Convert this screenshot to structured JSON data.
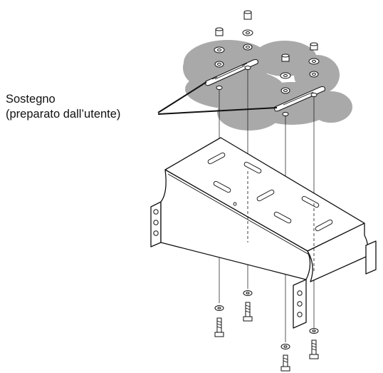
{
  "callout": {
    "line1": "Sostegno",
    "line2": "(preparato dall’utente)"
  },
  "colors": {
    "support_surface": "#a9a9a9",
    "line_art": "#111111",
    "background": "#ffffff"
  },
  "icons": [
    "cloud-support-surface",
    "mounting-bracket",
    "bolt",
    "washer",
    "lock-washer",
    "nut",
    "slotted-plate"
  ]
}
